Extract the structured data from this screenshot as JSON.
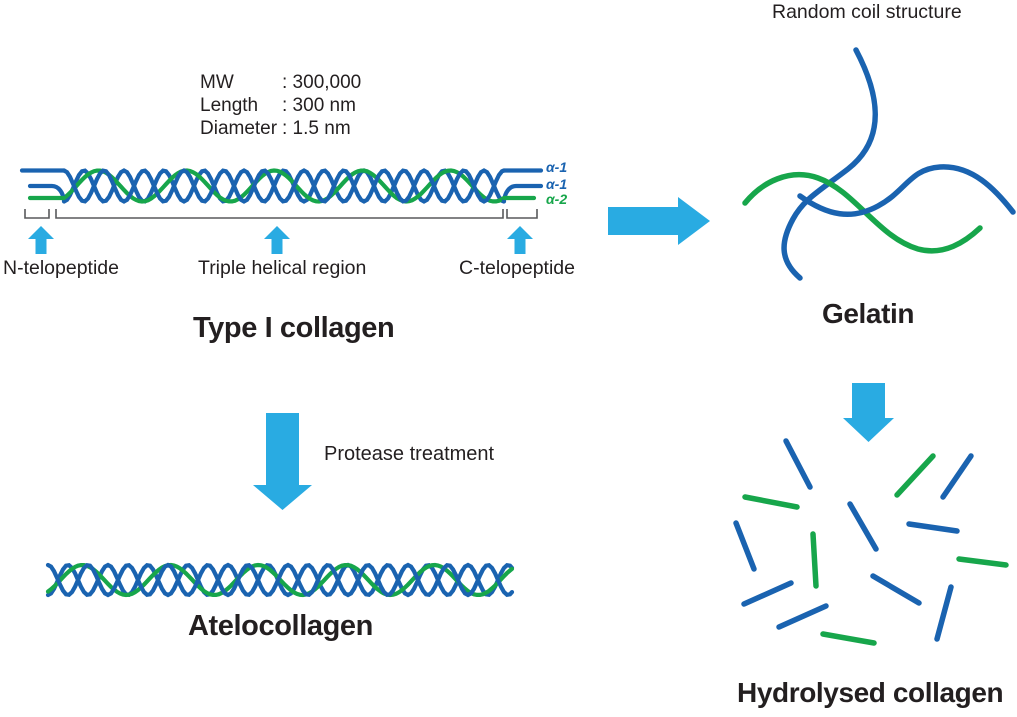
{
  "colors": {
    "blue": "#1a63b0",
    "green": "#17a64b",
    "cyan": "#29abe2",
    "ink": "#231f20",
    "bracket": "#58595b"
  },
  "type1_collagen": {
    "title": "Type I collagen",
    "specs": [
      {
        "label": "MW",
        "value": ": 300,000"
      },
      {
        "label": "Length",
        "value": ": 300 nm"
      },
      {
        "label": "Diameter",
        "value": ": 1.5 nm"
      }
    ],
    "strand_labels": [
      "α-1",
      "α-1",
      "α-2"
    ],
    "regions": {
      "n_telopeptide": "N-telopeptide",
      "triple_helical": "Triple helical region",
      "c_telopeptide": "C-telopeptide"
    }
  },
  "gelatin": {
    "subtitle": "Random coil structure",
    "title": "Gelatin"
  },
  "atelocollagen": {
    "title": "Atelocollagen",
    "process_label": "Protease treatment"
  },
  "hydrolysed_collagen": {
    "title": "Hydrolysed collagen"
  }
}
